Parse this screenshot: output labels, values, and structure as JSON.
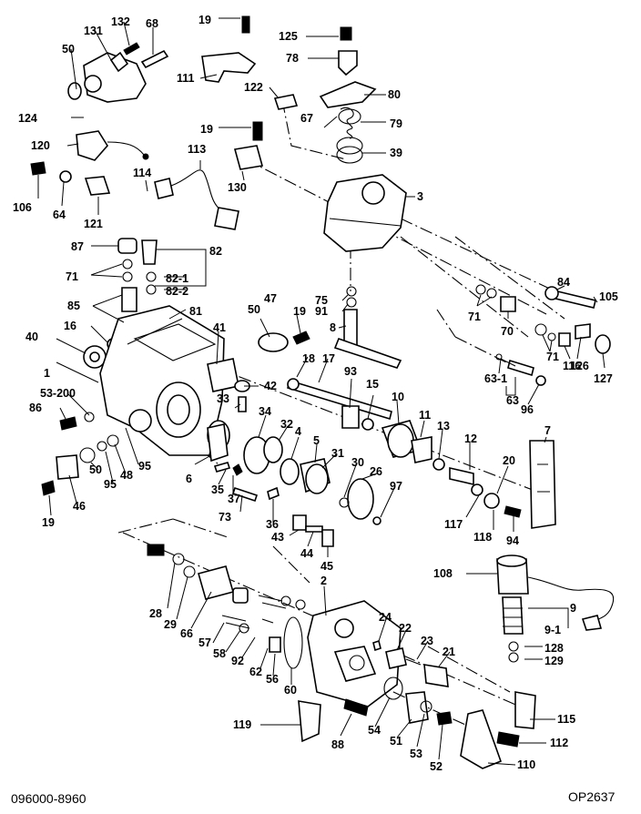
{
  "diagram": {
    "drawing_number": "096000-8960",
    "figure_code": "OP2637",
    "callouts": [
      "1",
      "2",
      "3",
      "4",
      "5",
      "6",
      "7",
      "8",
      "9",
      "9-1",
      "10",
      "11",
      "12",
      "13",
      "15",
      "16",
      "17",
      "18",
      "19",
      "19",
      "19",
      "19",
      "20",
      "21",
      "22",
      "23",
      "24",
      "26",
      "28",
      "29",
      "30",
      "31",
      "32",
      "33",
      "34",
      "35",
      "36",
      "37",
      "39",
      "40",
      "41",
      "42",
      "43",
      "44",
      "45",
      "46",
      "47",
      "48",
      "50",
      "50",
      "50",
      "51",
      "52",
      "53",
      "53-200",
      "54",
      "56",
      "57",
      "58",
      "60",
      "62",
      "63",
      "63-1",
      "64",
      "66",
      "67",
      "68",
      "70",
      "71",
      "71",
      "71",
      "73",
      "75",
      "78",
      "79",
      "80",
      "81",
      "82",
      "82-1",
      "82-2",
      "84",
      "85",
      "86",
      "87",
      "88",
      "91",
      "92",
      "93",
      "94",
      "95",
      "95",
      "96",
      "97",
      "105",
      "106",
      "108",
      "110",
      "111",
      "112",
      "113",
      "114",
      "115",
      "116",
      "117",
      "118",
      "119",
      "120",
      "121",
      "122",
      "124",
      "125",
      "126",
      "127",
      "128",
      "129",
      "130",
      "131",
      "132"
    ]
  }
}
